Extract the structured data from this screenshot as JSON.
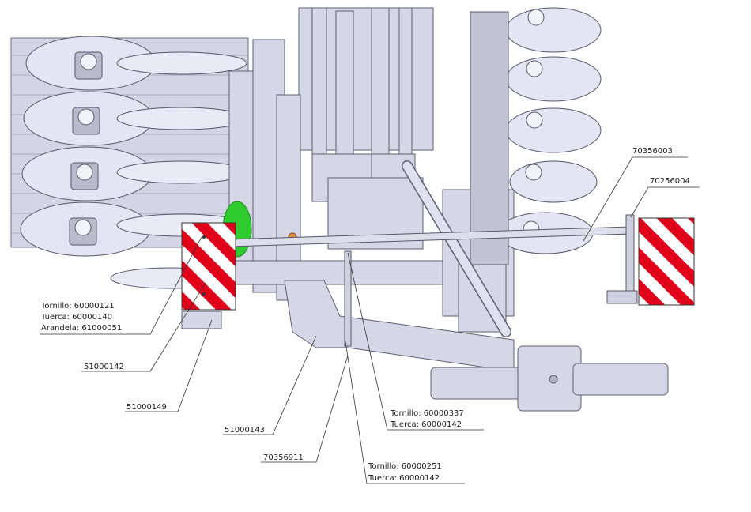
{
  "labels": {
    "tornillo_121": "Tornillo: 60000121",
    "tuerca_140": "Tuerca: 60000140",
    "arandela_051": "Arandela: 61000051",
    "part_51000142": "51000142",
    "part_51000149": "51000149",
    "part_51000143": "51000143",
    "part_70356911": "70356911",
    "tornillo_337": "Tornillo: 60000337",
    "tuerca_142a": "Tuerca: 60000142",
    "tornillo_251": "Tornillo: 60000251",
    "tuerca_142b": "Tuerca: 60000142",
    "part_70356003": "70356003",
    "part_70256004": "70256004"
  },
  "colors": {
    "steel": "#d6d7e6",
    "steel_dark": "#8c8ea3",
    "disc": "#e3e6f2",
    "warning_red": "#e0001a",
    "warning_white": "#ffffff",
    "green": "#2ecc2e",
    "orange": "#e08a3c",
    "leader": "#333333"
  }
}
